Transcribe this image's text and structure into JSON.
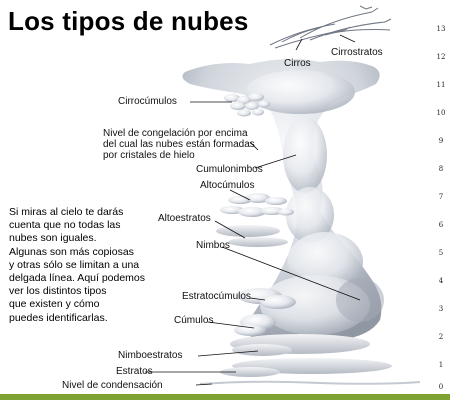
{
  "title": "Los tipos de nubes",
  "labels": {
    "cirros": "Cirros",
    "cirrostratos": "Cirrostratos",
    "cirrocumulos": "Cirrocúmulos",
    "cumulonimbos": "Cumulonimbos",
    "altocumulos": "Altocúmulos",
    "altoestratos": "Altoestratos",
    "nimbos": "Nimbos",
    "estratocumulos": "Estratocúmulos",
    "cumulos": "Cúmulos",
    "nimboestratos": "Nimboestratos",
    "estratos": "Estratos",
    "nivel_condensacion": "Nivel de condensación"
  },
  "freezing_note": [
    "Nivel de congelación por encima",
    "del cual las nubes están formadas",
    "por cristales de hielo"
  ],
  "description": [
    "Si miras al cielo te darás",
    "cuenta que no todas las",
    "nubes son iguales.",
    "Algunas son más copiosas",
    "y otras sólo se limitan a una",
    "delgada línea. Aquí podemos",
    "ver los distintos tipos",
    "que existen y cómo",
    "puedes identificarlas."
  ],
  "altitude_scale": [
    "13",
    "12",
    "11",
    "10",
    "9",
    "8",
    "7",
    "6",
    "5",
    "4",
    "3",
    "2",
    "1",
    "0"
  ],
  "colors": {
    "ground": "#7fa234",
    "cloud": "#e4e7ec",
    "cloud_shadow": "#9ea6b2",
    "leader_line": "#111111"
  }
}
